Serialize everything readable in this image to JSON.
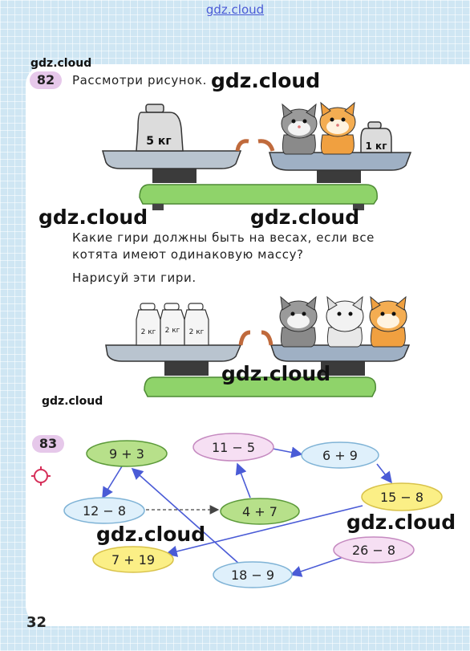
{
  "watermarks": {
    "top": "gdz.cloud",
    "label": "gdz.cloud"
  },
  "task82": {
    "number": "82",
    "title": "Рассмотри рисунок.",
    "question_line1": "Какие гири должны быть на весах, если все",
    "question_line2": "котята имеют одинаковую массу?",
    "instruction": "Нарисуй эти гири.",
    "scale1": {
      "left_weight": "5 кг",
      "right_weight": "1 кг",
      "kittens": [
        "gray",
        "orange"
      ]
    },
    "scale2": {
      "weights": [
        "2 кг",
        "2 кг",
        "2 кг"
      ],
      "kittens": [
        "gray",
        "white",
        "orange"
      ]
    }
  },
  "task83": {
    "number": "83",
    "expressions": {
      "a": "9 + 3",
      "b": "11 − 5",
      "c": "6 + 9",
      "d": "12 − 8",
      "e": "4 + 7",
      "f": "15 − 8",
      "g": "7 + 19",
      "h": "26 − 8",
      "i": "18 − 9"
    }
  },
  "page_number": "32",
  "colors": {
    "green_oval": "#b7e08a",
    "pink_oval": "#f3d9f0",
    "blue_oval": "#dff0fb",
    "yellow_oval": "#fbef86",
    "arrow": "#4a5bd6",
    "scale_base": "#8fd36a"
  },
  "icons": [
    "target-icon"
  ]
}
